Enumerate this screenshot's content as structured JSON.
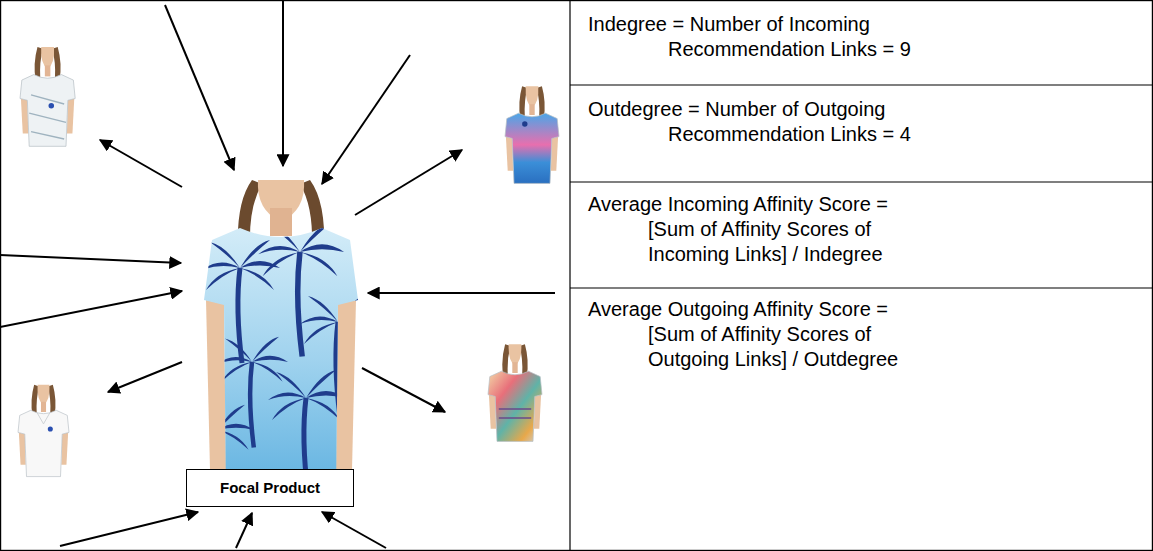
{
  "diagram": {
    "nodes": [
      {
        "text": [
          "Focal Product"
        ]
      }
    ],
    "labels": [
      "Indegree = Number of Incoming Recommendation Links = 9",
      "Outdegree = Number of Outgoing Recommendation Links = 4",
      "Average Incoming Affinity Score = [Sum of Affinity Scores of Incoming Links] / Indegree",
      "Average Outgoing Affinity Score = [Sum of Affinity Scores of Outgoing Links] / Outdegree"
    ]
  }
}
